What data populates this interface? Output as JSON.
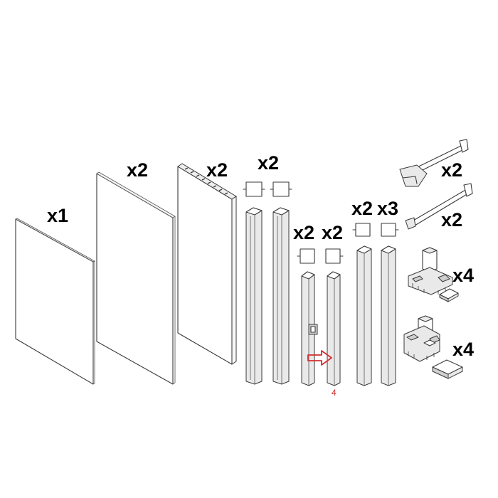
{
  "parts": [
    {
      "id": "panel-small",
      "quantity": "x1"
    },
    {
      "id": "panel-medium",
      "quantity": "x2"
    },
    {
      "id": "panel-slotted",
      "quantity": "x2"
    },
    {
      "id": "tall-profile-pair",
      "quantity": "x2"
    },
    {
      "id": "short-profile-with-bracket",
      "quantity": "x2"
    },
    {
      "id": "short-profile-plain",
      "quantity": "x2"
    },
    {
      "id": "profile-c-x2",
      "quantity": "x2"
    },
    {
      "id": "profile-c-x3",
      "quantity": "x3"
    },
    {
      "id": "handle-bracket-upper",
      "quantity": "x2"
    },
    {
      "id": "handle-bracket-lower",
      "quantity": "x2"
    },
    {
      "id": "corner-connector-upper",
      "quantity": "x4"
    },
    {
      "id": "corner-connector-lower",
      "quantity": "x4"
    }
  ],
  "callout": {
    "label": "4",
    "color": "#d32f2f"
  }
}
